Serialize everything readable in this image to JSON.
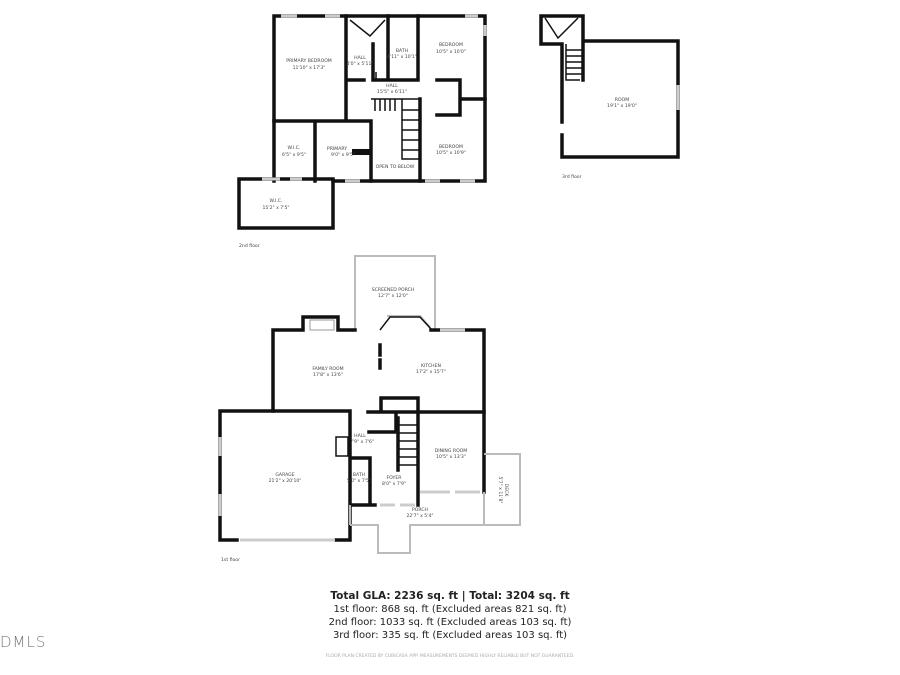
{
  "floors": {
    "second": {
      "label": "2nd floor",
      "rooms": [
        {
          "name": "PRIMARY BEDROOM",
          "dims": "11'10\" x 17'3\""
        },
        {
          "name": "HALL",
          "dims": "4'0\" x 5'11\""
        },
        {
          "name": "BATH",
          "dims": "4'11\" x 10'1\""
        },
        {
          "name": "BEDROOM",
          "dims": "10'5\" x 10'0\""
        },
        {
          "name": "HALL",
          "dims": "15'5\" x 6'11\""
        },
        {
          "name": "W.I.C.",
          "dims": "6'5\" x 9'5\""
        },
        {
          "name": "PRIMARY",
          "dims": "9'0\" x 9'5\""
        },
        {
          "name": "OPEN TO BELOW",
          "dims": ""
        },
        {
          "name": "BEDROOM",
          "dims": "10'5\" x 10'9\""
        },
        {
          "name": "W.I.C.",
          "dims": "15'2\" x 7'5\""
        }
      ]
    },
    "third": {
      "label": "3rd floor",
      "rooms": [
        {
          "name": "ROOM",
          "dims": "19'1\" x 19'0\""
        }
      ]
    },
    "first": {
      "label": "1st floor",
      "rooms": [
        {
          "name": "SCREENED PORCH",
          "dims": "12'7\" x 12'0\""
        },
        {
          "name": "FAMILY ROOM",
          "dims": "17'8\" x 13'6\""
        },
        {
          "name": "KITCHEN",
          "dims": "17'2\" x 15'7\""
        },
        {
          "name": "HALL",
          "dims": "7'9\" x 7'6\""
        },
        {
          "name": "GARAGE",
          "dims": "21'2\" x 20'10\""
        },
        {
          "name": "DINING ROOM",
          "dims": "10'5\" x 13'3\""
        },
        {
          "name": "BATH",
          "dims": "5'0\" x 7'5\""
        },
        {
          "name": "FOYER",
          "dims": "8'0\" x 7'9\""
        },
        {
          "name": "PORCH",
          "dims": "22'7\" x 5'4\""
        },
        {
          "name": "DECK",
          "dims": "5'7\" x 11'8\""
        }
      ]
    }
  },
  "summary": {
    "total": "Total GLA: 2236 sq. ft | Total: 3204 sq. ft",
    "lines": [
      "1st floor: 868 sq. ft (Excluded areas 821 sq. ft)",
      "2nd floor: 1033 sq. ft (Excluded areas 103 sq. ft)",
      "3rd floor: 335 sq. ft (Excluded areas 103 sq. ft)"
    ]
  },
  "disclaimer": "FLOOR PLAN CREATED BY CUBICASA APP. MEASUREMENTS DEEMED HIGHLY RELIABLE BUT NOT GUARANTEED.",
  "logo": "DMLS"
}
